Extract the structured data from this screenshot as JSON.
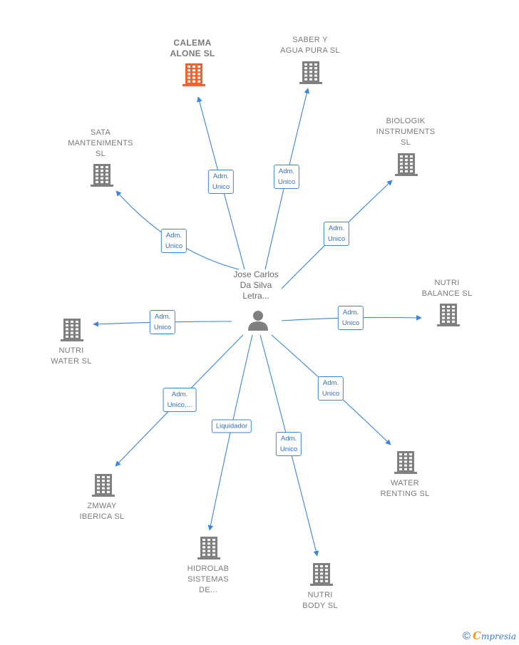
{
  "center": {
    "name_lines": [
      "Jose Carlos",
      "Da Silva",
      "Letra..."
    ],
    "icon": "person-icon"
  },
  "colors": {
    "edge": "#3a86d8",
    "node": "#7f7f7f",
    "node_highlight": "#f2622e",
    "center": "#7f7f7f"
  },
  "nodes": [
    {
      "id": "calema",
      "name_lines": [
        "CALEMA",
        "ALONE  SL"
      ],
      "relation_lines": [
        "Adm.",
        "Unico"
      ],
      "highlight": true,
      "icon": "building-icon"
    },
    {
      "id": "saber",
      "name_lines": [
        "SABER Y",
        "AGUA PURA SL"
      ],
      "relation_lines": [
        "Adm.",
        "Unico"
      ],
      "highlight": false,
      "icon": "building-icon"
    },
    {
      "id": "biologik",
      "name_lines": [
        "BIOLOGIK",
        "INSTRUMENTS",
        "SL"
      ],
      "relation_lines": [
        "Adm.",
        "Unico"
      ],
      "highlight": false,
      "icon": "building-icon"
    },
    {
      "id": "nutri-balance",
      "name_lines": [
        "NUTRI",
        "BALANCE  SL"
      ],
      "relation_lines": [
        "Adm.",
        "Unico"
      ],
      "highlight": false,
      "icon": "building-icon"
    },
    {
      "id": "water-renting",
      "name_lines": [
        "WATER",
        "RENTING  SL"
      ],
      "relation_lines": [
        "Adm.",
        "Unico"
      ],
      "highlight": false,
      "icon": "building-icon"
    },
    {
      "id": "nutri-body",
      "name_lines": [
        "NUTRI",
        "BODY  SL"
      ],
      "relation_lines": [
        "Adm.",
        "Unico"
      ],
      "highlight": false,
      "icon": "building-icon"
    },
    {
      "id": "hidrolab",
      "name_lines": [
        "HIDROLAB",
        "SISTEMAS",
        "DE..."
      ],
      "relation_lines": [
        "Liquidador"
      ],
      "highlight": false,
      "icon": "building-icon"
    },
    {
      "id": "zmway",
      "name_lines": [
        "ZMWAY",
        "IBERICA SL"
      ],
      "relation_lines": [
        "Adm.",
        "Unico,..."
      ],
      "highlight": false,
      "icon": "building-icon"
    },
    {
      "id": "nutri-water",
      "name_lines": [
        "NUTRI",
        "WATER  SL"
      ],
      "relation_lines": [
        "Adm.",
        "Unico"
      ],
      "highlight": false,
      "icon": "building-icon"
    },
    {
      "id": "sata",
      "name_lines": [
        "SATA",
        "MANTENIMENTS",
        "SL"
      ],
      "relation_lines": [
        "Adm.",
        "Unico"
      ],
      "highlight": false,
      "icon": "building-icon"
    }
  ],
  "footer": {
    "copyright_symbol": "©",
    "brand_initial": "C",
    "brand_rest": "mpresia"
  }
}
